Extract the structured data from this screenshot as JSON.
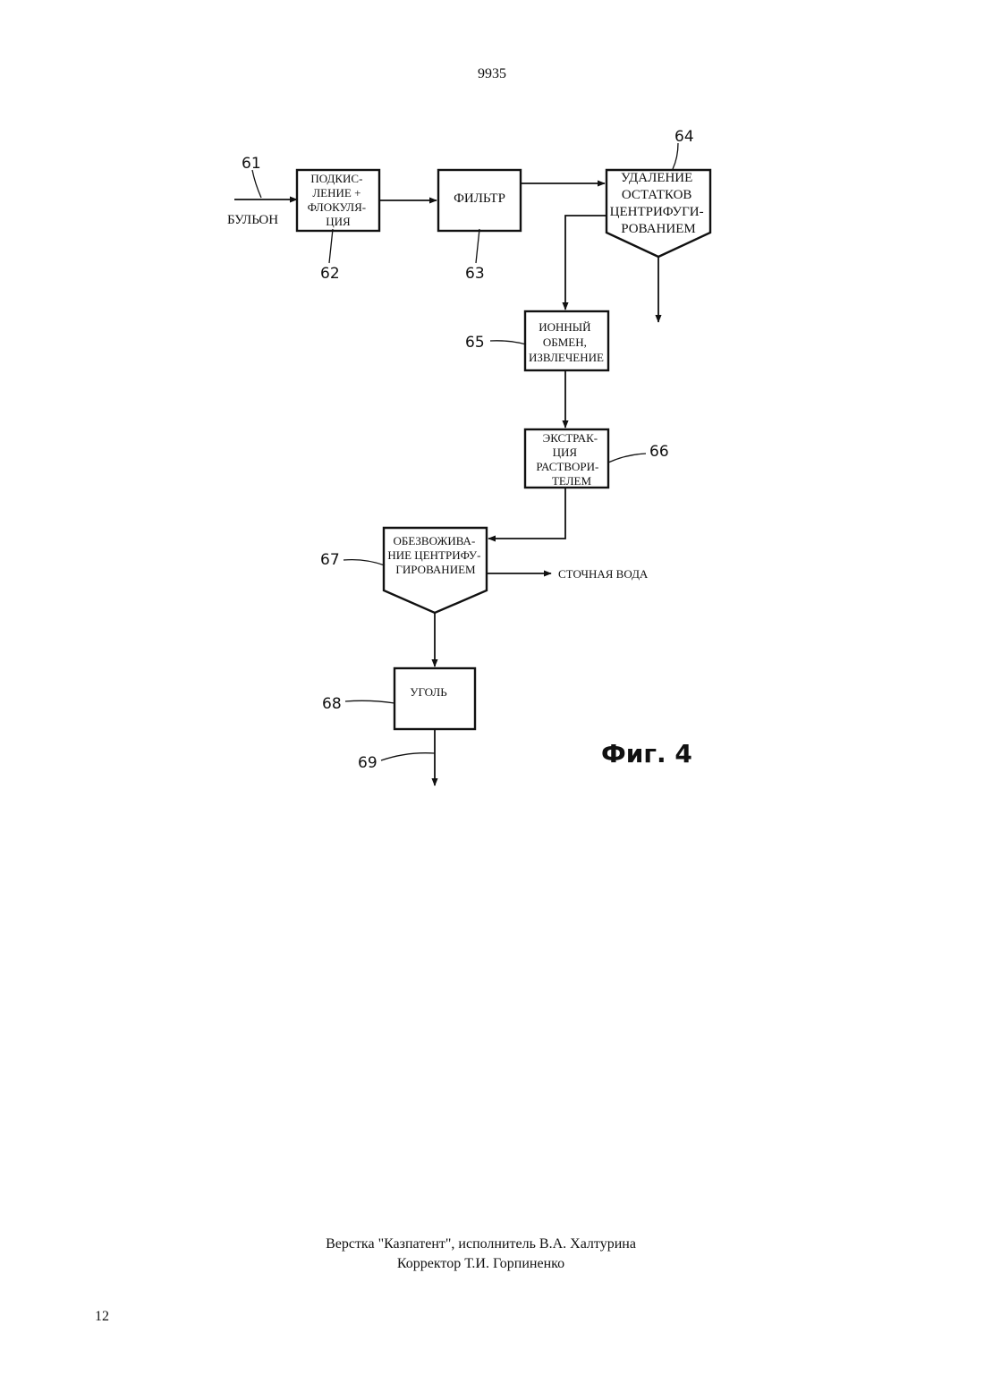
{
  "page": {
    "top_number": "9935",
    "sheet_number": "12",
    "footer_lines": [
      "Верстка \"Казпатент\", исполнитель В.А. Халтурина",
      "Корректор Т.И. Горпиненко"
    ]
  },
  "diagram": {
    "figure_label": "Фиг. 4",
    "input_label": "БУЛЬОН",
    "wastewater_label": "СТОЧНАЯ ВОДА",
    "ref_numbers": {
      "n61": "61",
      "n62": "62",
      "n63": "63",
      "n64": "64",
      "n65": "65",
      "n66": "66",
      "n67": "67",
      "n68": "68",
      "n69": "69"
    },
    "nodes": {
      "acidification": [
        "ПОДКИС-",
        "ЛЕНИЕ +",
        "ФЛОКУЛЯ-",
        "ЦИЯ"
      ],
      "filter": [
        "ФИЛЬТР"
      ],
      "residue_removal": [
        "УДАЛЕНИЕ",
        "ОСТАТКОВ",
        "ЦЕНТРИФУГИ-",
        "РОВАНИЕМ"
      ],
      "ion_exchange": [
        "ИОННЫЙ",
        "ОБМЕН,",
        "ИЗВЛЕЧЕНИЕ"
      ],
      "solvent_extraction": [
        "ЭКСТРАК-",
        "ЦИЯ",
        "РАСТВОРИ-",
        "ТЕЛЕМ"
      ],
      "dewatering": [
        "ОБЕЗВОЖИВА-",
        "НИЕ ЦЕНТРИФУ-",
        "ГИРОВАНИЕМ"
      ],
      "carbon": [
        "УГОЛЬ"
      ]
    }
  }
}
